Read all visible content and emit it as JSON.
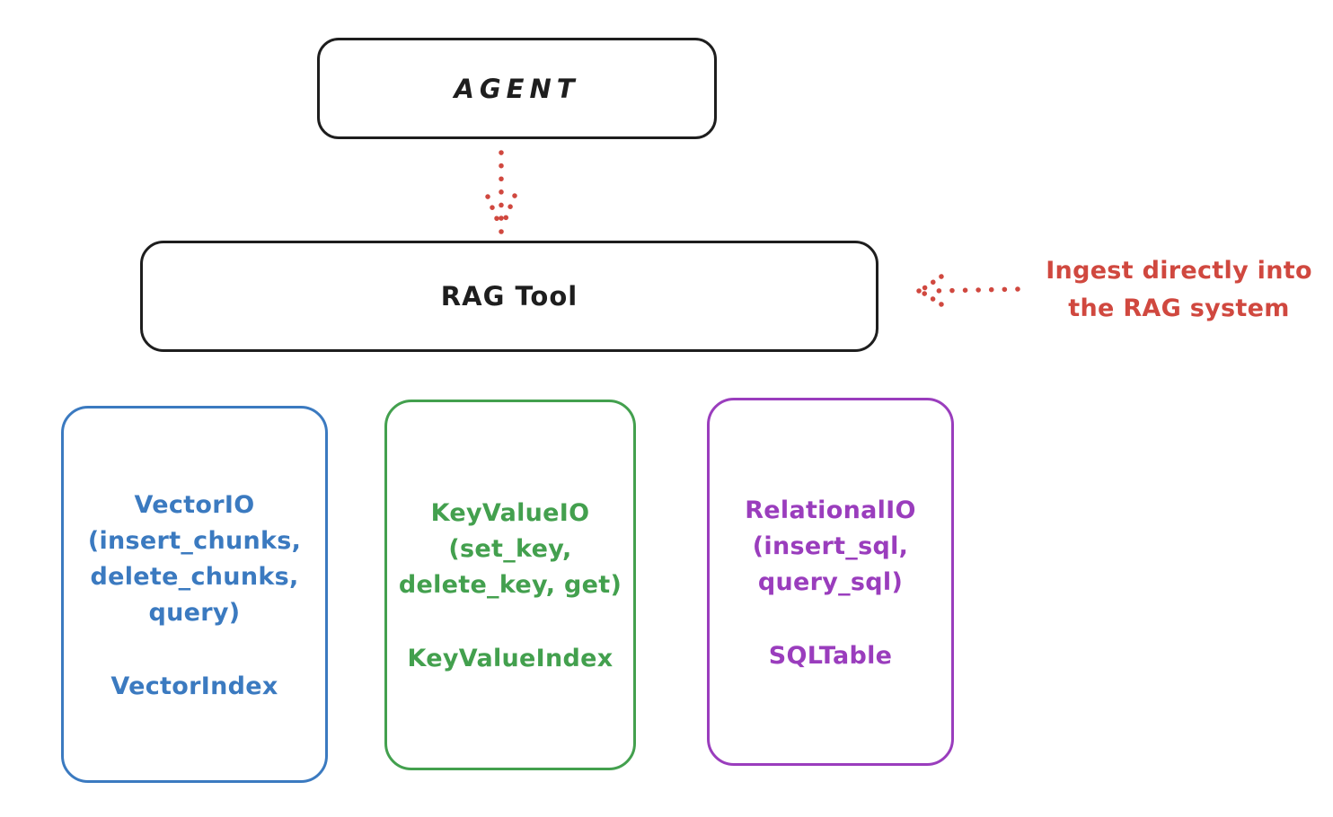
{
  "diagram": {
    "agent": {
      "label": "AGENT"
    },
    "rag_tool": {
      "label": "RAG Tool"
    },
    "annotation": {
      "text": "Ingest directly into\nthe RAG system"
    },
    "nodes": [
      {
        "name": "VectorIO",
        "io_label": "VectorIO\n(insert_chunks,\ndelete_chunks,\nquery)",
        "index_label": "VectorIndex",
        "color": "#3b7ac0"
      },
      {
        "name": "KeyValueIO",
        "io_label": "KeyValueIO\n(set_key,\ndelete_key, get)",
        "index_label": "KeyValueIndex",
        "color": "#43a04e"
      },
      {
        "name": "RelationalIO",
        "io_label": "RelationalIO\n(insert_sql,\nquery_sql)",
        "index_label": "SQLTable",
        "color": "#9a3dbd"
      }
    ],
    "colors": {
      "stroke": "#1e1e1e",
      "accent_red": "#d0483f",
      "background": "#ffffff"
    },
    "icons": {
      "agent_to_rag": "dotted-down-arrow-icon",
      "ingest": "dotted-left-arrow-icon"
    }
  }
}
